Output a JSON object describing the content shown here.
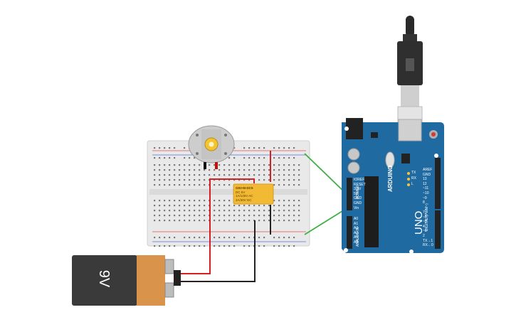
{
  "battery": {
    "label": "9V"
  },
  "relay": {
    "model": "G5V-M-DC5",
    "specs": [
      "DC 5V",
      "1A/125V AC",
      "2A/30V DC"
    ]
  },
  "arduino": {
    "brand": "ARDUINO",
    "model": "UNO",
    "power_header": "POWER",
    "analog_header": "ANALOG IN",
    "digital_header": "DIGITAL (PWM~)",
    "power_pins": [
      "IOREF",
      "RESET",
      "3.3V",
      "5V",
      "GND",
      "GND",
      "Vin"
    ],
    "analog_pins": [
      "A0",
      "A1",
      "A2",
      "A3",
      "A4",
      "A5"
    ],
    "digital_top": [
      "AREF",
      "GND",
      "13",
      "12",
      "~11",
      "~10",
      "~9",
      "8"
    ],
    "digital_bottom": [
      "7",
      "~6",
      "~5",
      "4",
      "~3",
      "2",
      "TX→1",
      "RX←0"
    ],
    "leds": [
      "TX",
      "RX",
      "L"
    ]
  },
  "colors": {
    "arduino_blue": "#1f6aa0",
    "breadboard": "#e9e9e9",
    "relay": "#f2b934",
    "wire_red": "#d32020",
    "wire_black": "#222222",
    "wire_green": "#3cb043",
    "battery_body": "#3a3a3a",
    "battery_cap": "#d9934a"
  }
}
